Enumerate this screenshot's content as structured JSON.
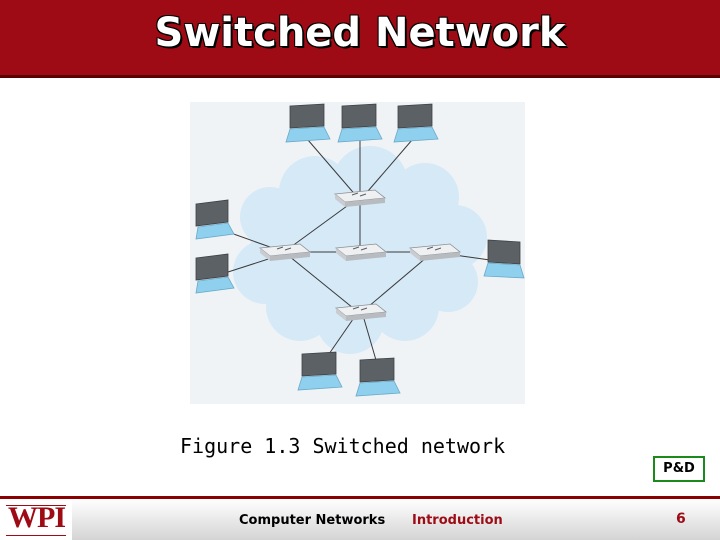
{
  "slide": {
    "title": "Switched Network",
    "caption": "Figure 1.3  Switched network",
    "badge": "P&D"
  },
  "footer": {
    "logo": "WPI",
    "course": "Computer Networks",
    "topic": "Introduction",
    "page": "6"
  },
  "diagram": {
    "switch_count": 5,
    "laptop_count": 8,
    "colors": {
      "cloud": "#d6e9f7",
      "cloud_edge": "#c4dbee",
      "laptop_screen": "#5c6166",
      "laptop_base": "#8fd0ee",
      "switch": "#e9ecef",
      "link": "#3a3a3a"
    }
  }
}
